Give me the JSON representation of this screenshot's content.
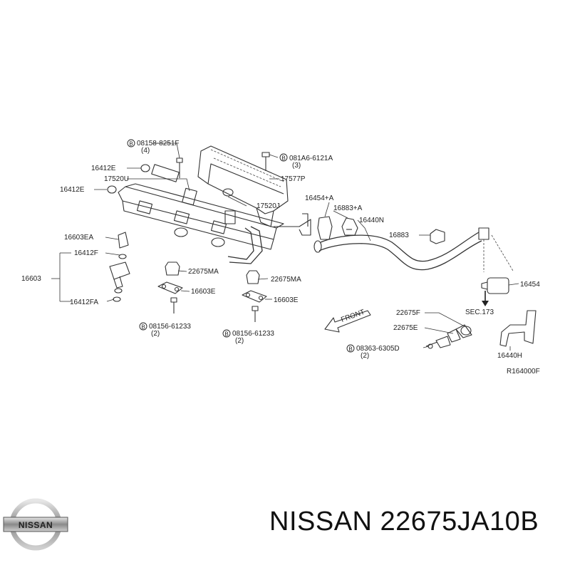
{
  "labels": {
    "l_08158": "08158-8251F",
    "l_08158_qty": "(4)",
    "l_081a6": "081A6-6121A",
    "l_081a6_qty": "(3)",
    "l_16412e_a": "16412E",
    "l_17520u": "17520U",
    "l_17577p": "17577P",
    "l_16412e_b": "16412E",
    "l_17520j": "17520J",
    "l_16454a": "16454+A",
    "l_16883a": "16883+A",
    "l_16440n": "16440N",
    "l_16603ea": "16603EA",
    "l_16883": "16883",
    "l_16412f": "16412F",
    "l_16603": "16603",
    "l_22675ma_a": "22675MA",
    "l_22675ma_b": "22675MA",
    "l_16454": "16454",
    "l_16603e_a": "16603E",
    "l_16603e_b": "16603E",
    "l_16412fa": "16412FA",
    "l_sec173": "SEC.173",
    "l_front": "FRONT",
    "l_22675f": "22675F",
    "l_22675e": "22675E",
    "l_08156_a": "08156-61233",
    "l_08156_a_qty": "(2)",
    "l_08156_b": "08156-61233",
    "l_08156_b_qty": "(2)",
    "l_08363": "08363-6305D",
    "l_08363_qty": "(2)",
    "l_16440h": "16440H",
    "l_ref": "R164000F",
    "bolt_marker": "B"
  },
  "brand": {
    "name": "NISSAN 22675JA10B",
    "logo_text": "NISSAN"
  },
  "colors": {
    "line": "#333333",
    "text": "#222222",
    "background": "#ffffff"
  }
}
